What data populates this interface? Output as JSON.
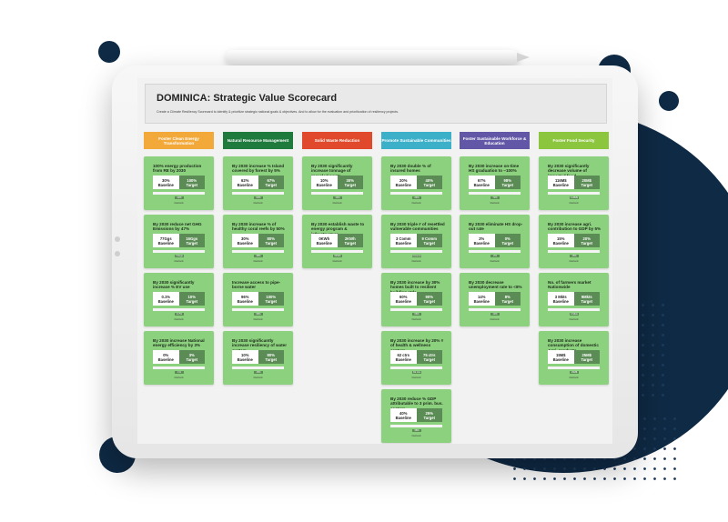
{
  "colors": {
    "navy": "#0f2a45",
    "card": "#8cd17d",
    "target": "#5c8c55"
  },
  "scorecard": {
    "title": "DOMINICA: Strategic Value Scorecard",
    "subtitle": "Create a Climate Resiliency Scorecard to identify & prioritize strategic national goals & objectives. And to allow for the evaluation and prioritization of resiliency projects.",
    "baseline_label": "Baseline",
    "target_label": "Target",
    "current_label": "Current",
    "columns": [
      {
        "title": "Foster Clean Energy Transformation",
        "color": "#f3a93a",
        "cards": [
          {
            "goal": "100% energy production from RE by 2030",
            "baseline": "30%",
            "target": "100%",
            "current": "42%"
          },
          {
            "goal": "By 2030 reduce net GHG Emissions by 47%",
            "baseline": "77Ggs",
            "target": "16Ggs",
            "current": "71Ggs"
          },
          {
            "goal": "By 2030 significantly increase % EV use",
            "baseline": "0.1%",
            "target": "10%",
            "current": "0.7%"
          },
          {
            "goal": "By 2030 increase National energy efficiency by 3%",
            "baseline": "0%",
            "target": "3%",
            "current": "1%"
          }
        ]
      },
      {
        "title": "Natural Resource Management",
        "color": "#1f7a3e",
        "cards": [
          {
            "goal": "By 2030 increase % Island covered by forest by 5%",
            "baseline": "62%",
            "target": "67%",
            "current": "63%"
          },
          {
            "goal": "By 2030 increase % of healthy coral reefs by 50%",
            "baseline": "30%",
            "target": "80%",
            "current": "38%"
          },
          {
            "goal": "Increase access to pipe-borne water",
            "baseline": "96%",
            "target": "100%",
            "current": "98%"
          },
          {
            "goal": "By 2030 significantly increase resiliency of water system",
            "baseline": "10%",
            "target": "80%",
            "current": "15%"
          }
        ]
      },
      {
        "title": "Solid Waste Reduction",
        "color": "#e0492b",
        "cards": [
          {
            "goal": "By 2030 significantly increase tonnage of recycled waste",
            "baseline": "10%",
            "target": "30%",
            "current": "14%"
          },
          {
            "goal": "By 2030 establish waste to energy program & infrastructure",
            "baseline": "0KWh",
            "target": "2KWh",
            "current": "0KWh"
          }
        ]
      },
      {
        "title": "Promote Sustainable Communities",
        "color": "#3cb0c9",
        "cards": [
          {
            "goal": "By 2030 double % of insured homes",
            "baseline": "20%",
            "target": "40%",
            "current": "24%"
          },
          {
            "goal": "By 2030 triple # of resettled vulnerable communities",
            "baseline": "3 Comm",
            "target": "9 Comm",
            "current": "4 Comm"
          },
          {
            "goal": "By 2030 increase by 30% homes built to resilient building stds.",
            "baseline": "60%",
            "target": "90%",
            "current": "66%"
          },
          {
            "goal": "By 2030 increase by 20% # of health & wellness centers",
            "baseline": "62 ctrs",
            "target": "75 ctrs",
            "current": "63 ctrs"
          },
          {
            "goal": "By 2030 reduce % GDP attributable to 3 prim. bus. sectors",
            "baseline": "40%",
            "target": "25%",
            "current": "38%"
          }
        ]
      },
      {
        "title": "Foster Sustainable Workforce & Education",
        "color": "#6257a6",
        "cards": [
          {
            "goal": "By 2030 increase on-time HS graduation to ~100%",
            "baseline": "67%",
            "target": "98%",
            "current": "72%"
          },
          {
            "goal": "By 2030 eliminate HS drop-out rate",
            "baseline": "2%",
            "target": "0%",
            "current": "2%"
          },
          {
            "goal": "By 2030 decrease unemployment rate to <8%",
            "baseline": "14%",
            "target": "8%",
            "current": "13%"
          }
        ]
      },
      {
        "title": "Foster Food Security",
        "color": "#8cc63f",
        "cards": [
          {
            "goal": "By 2030 significantly decrease volume of imported food",
            "baseline": "116M$",
            "target": "20M$",
            "current": "110M$"
          },
          {
            "goal": "By 2030 increase agri. contribution to GDP by 5%",
            "baseline": "15%",
            "target": "20%",
            "current": "15%"
          },
          {
            "goal": "No. of farmers market Nationwide",
            "baseline": "3 Mkts",
            "target": "9Mkts",
            "current": "3 Mkts"
          },
          {
            "goal": "By 2030 increase consumption of domestic Agri. products",
            "baseline": "15M$",
            "target": "25M$",
            "current": "15M$"
          }
        ]
      }
    ]
  }
}
